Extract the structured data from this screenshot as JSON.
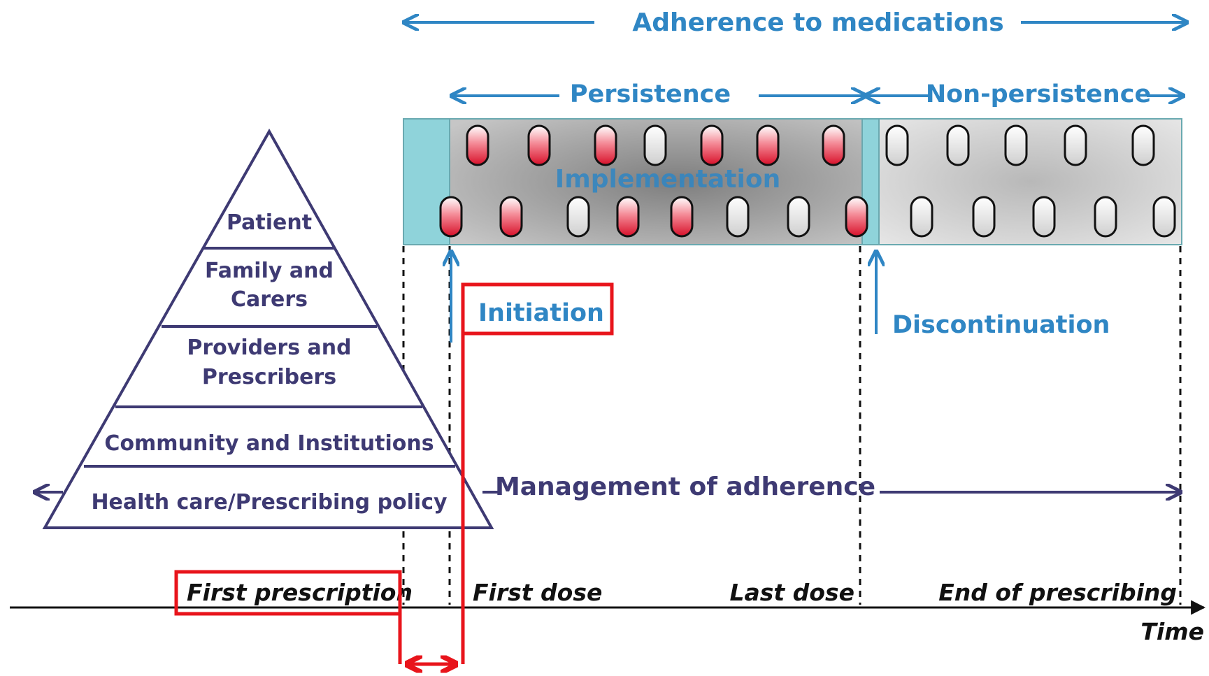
{
  "top": {
    "adherence_label": "Adherence to medications"
  },
  "phases": {
    "persistence_label": "Persistence",
    "non_persistence_label": "Non-persistence",
    "implementation_label": "Implementation"
  },
  "events": {
    "initiation_label": "Initiation",
    "discontinuation_label": "Discontinuation"
  },
  "pyramid": {
    "levels": [
      "Patient",
      "Family and",
      "Carers",
      "Providers and",
      "Prescribers",
      "Community and Institutions",
      "Health care/Prescribing policy"
    ]
  },
  "management_label": "Management of adherence",
  "timeline": {
    "first_prescription": "First prescription",
    "first_dose": "First dose",
    "last_dose": "Last dose",
    "end_of_prescribing": "End of prescribing",
    "time_label": "Time"
  },
  "colors": {
    "blue": "#2f86c4",
    "navy": "#3e3a73",
    "highlight_red": "#e8141b",
    "taken_pill": "#e0283a",
    "teal_band": "#8fd3da"
  }
}
